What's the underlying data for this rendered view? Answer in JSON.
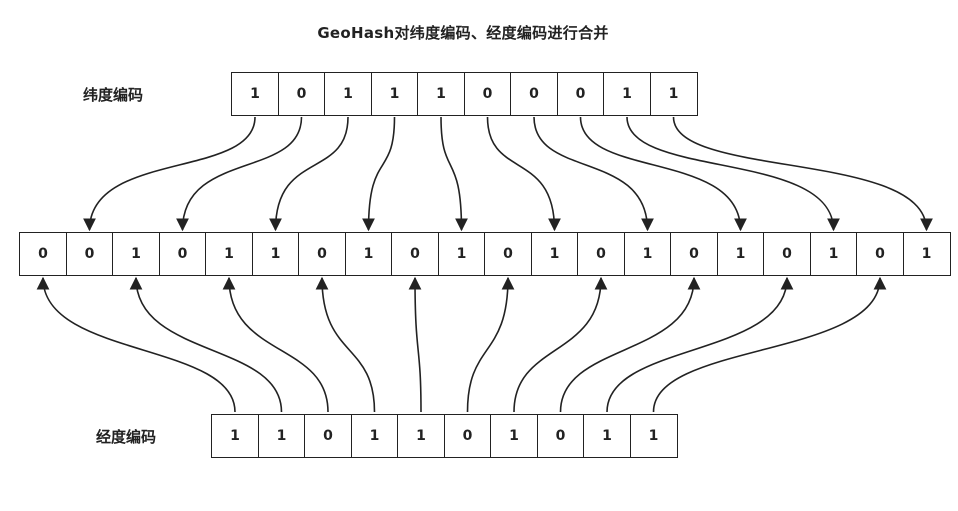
{
  "title": "GeoHash对纬度编码、经度编码进行合并",
  "latitude": {
    "label": "纬度编码",
    "bits": [
      "1",
      "0",
      "1",
      "1",
      "1",
      "0",
      "0",
      "0",
      "1",
      "1"
    ]
  },
  "longitude": {
    "label": "经度编码",
    "bits": [
      "1",
      "1",
      "0",
      "1",
      "1",
      "0",
      "1",
      "0",
      "1",
      "1"
    ]
  },
  "merged": {
    "bits": [
      "0",
      "0",
      "1",
      "0",
      "1",
      "1",
      "0",
      "1",
      "0",
      "1",
      "0",
      "1",
      "0",
      "1",
      "0",
      "1",
      "0",
      "1",
      "0",
      "1"
    ]
  },
  "colors": {
    "stroke": "#222222",
    "background": "#ffffff"
  }
}
